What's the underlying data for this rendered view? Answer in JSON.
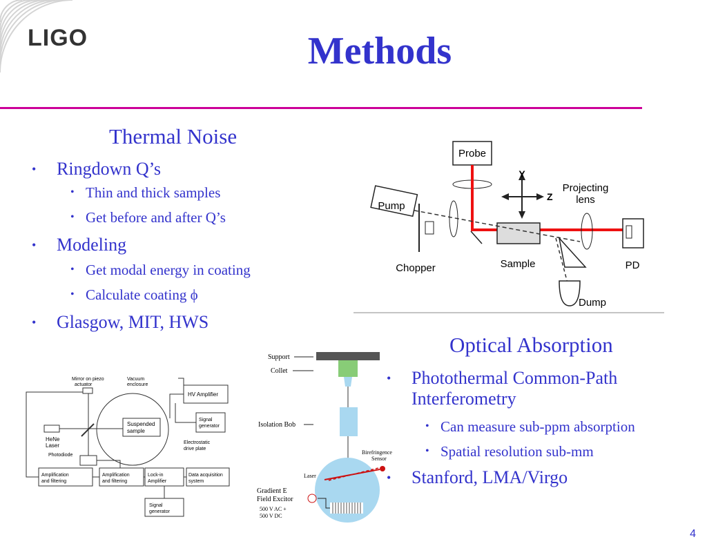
{
  "logo": {
    "text": "LIGO"
  },
  "title": "Methods",
  "thermal_noise": {
    "heading": "Thermal Noise",
    "items": [
      {
        "label": "Ringdown Q’s",
        "sub": [
          "Thin and thick samples",
          "Get before and after Q’s"
        ]
      },
      {
        "label": "Modeling",
        "sub": [
          "Get modal energy in coating",
          "Calculate coating ϕ"
        ]
      },
      {
        "label": "Glasgow, MIT, HWS",
        "sub": []
      }
    ]
  },
  "optical_absorption": {
    "heading": "Optical Absorption",
    "items": [
      {
        "label": "Photothermal Common-Path",
        "label2": "Interferometry",
        "sub": [
          "Can measure sub-ppm absorption",
          "Spatial resolution sub-mm"
        ]
      },
      {
        "label": "Stanford, LMA/Virgo",
        "sub": []
      }
    ]
  },
  "diagram_pcpi": {
    "labels": {
      "probe": "Probe",
      "pump": "Pump",
      "y": "Y",
      "z": "Z",
      "projecting": "Projecting",
      "lens": "lens",
      "chopper": "Chopper",
      "sample": "Sample",
      "pd": "PD",
      "dump": "Dump"
    }
  },
  "diagram_suspension": {
    "labels": {
      "support": "Support",
      "collet": "Collet",
      "isolation": "Isolation Bob",
      "birefringence": "Birefringence",
      "sensor": "Sensor",
      "laser": "Laser",
      "gradient": "Gradient E",
      "exciter": "Field Excitor",
      "ac": "500 V AC +",
      "dc": "500 V DC"
    }
  },
  "diagram_ringdown": {
    "labels": {
      "mirror1": "Mirror on piezo",
      "mirror2": "actuator",
      "vacuum1": "Vacuum",
      "vacuum2": "enclosure",
      "hv": "HV Amplifier",
      "siggen1": "Signal",
      "siggen2": "generator",
      "suspended1": "Suspended",
      "suspended2": "sample",
      "hene1": "HeNe",
      "hene2": "Laser",
      "photodiode": "Photodiode",
      "electro1": "Electrostatic",
      "electro2": "drive plate",
      "amp1a": "Amplification",
      "amp1b": "and filtering",
      "amp2a": "Amplification",
      "amp2b": "and filtering",
      "lockin1": "Lock-in",
      "lockin2": "Amplifier",
      "daq1": "Data acquisition",
      "daq2": "system",
      "sg2a": "Signal",
      "sg2b": "generator"
    }
  },
  "page_number": "4"
}
